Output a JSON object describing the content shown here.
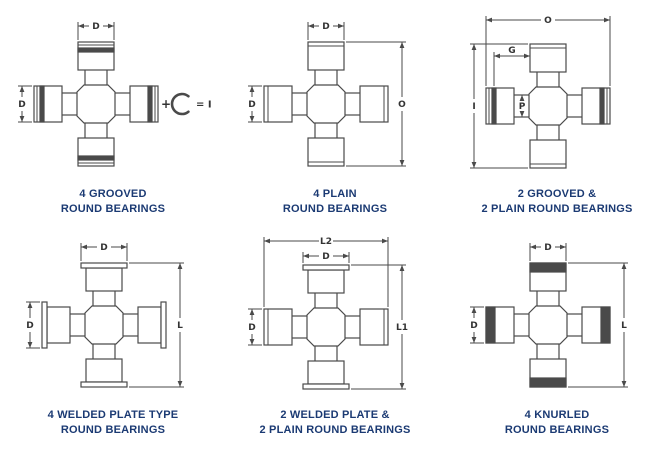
{
  "colors": {
    "line": "#4a4a4a",
    "dim_text": "#333333",
    "caption": "#1b3a73",
    "background": "#ffffff"
  },
  "panels": [
    {
      "id": "4-grooved-round-bearings",
      "caption_line1": "4 GROOVED",
      "caption_line2": "ROUND BEARINGS",
      "cups": {
        "left": "grooved",
        "top": "grooved",
        "right": "grooved",
        "bottom": "grooved"
      },
      "dims": {
        "top": "D",
        "left": "D"
      },
      "annotation": {
        "plus": "+",
        "result": "= I"
      }
    },
    {
      "id": "4-plain-round-bearings",
      "caption_line1": "4 PLAIN",
      "caption_line2": "ROUND BEARINGS",
      "cups": {
        "left": "plain",
        "top": "plain",
        "right": "plain",
        "bottom": "plain"
      },
      "dims": {
        "top": "D",
        "left": "D",
        "right": "O"
      }
    },
    {
      "id": "2-grooved-2-plain-round-bearings",
      "caption_line1": "2 GROOVED &",
      "caption_line2": "2 PLAIN ROUND BEARINGS",
      "cups": {
        "left": "grooved",
        "top": "plain",
        "right": "grooved",
        "bottom": "plain"
      },
      "dims": {
        "top": "O",
        "groove": "G",
        "left": "I",
        "trunnion": "P"
      }
    },
    {
      "id": "4-welded-plate-round-bearings",
      "caption_line1": "4 WELDED PLATE TYPE",
      "caption_line2": "ROUND BEARINGS",
      "cups": {
        "left": "welded",
        "top": "welded",
        "right": "welded",
        "bottom": "welded"
      },
      "dims": {
        "top": "D",
        "left": "D",
        "right": "L"
      }
    },
    {
      "id": "2-welded-2-plain-round-bearings",
      "caption_line1": "2 WELDED PLATE &",
      "caption_line2": "2 PLAIN ROUND BEARINGS",
      "cups": {
        "left": "plain",
        "top": "welded",
        "right": "plain",
        "bottom": "welded"
      },
      "dims": {
        "top": "L2",
        "top_cup": "D",
        "left": "D",
        "right": "L1"
      }
    },
    {
      "id": "4-knurled-round-bearings",
      "caption_line1": "4 KNURLED",
      "caption_line2": "ROUND BEARINGS",
      "cups": {
        "left": "knurled",
        "top": "knurled",
        "right": "knurled",
        "bottom": "knurled"
      },
      "dims": {
        "top": "D",
        "left": "D",
        "right": "L"
      }
    }
  ]
}
